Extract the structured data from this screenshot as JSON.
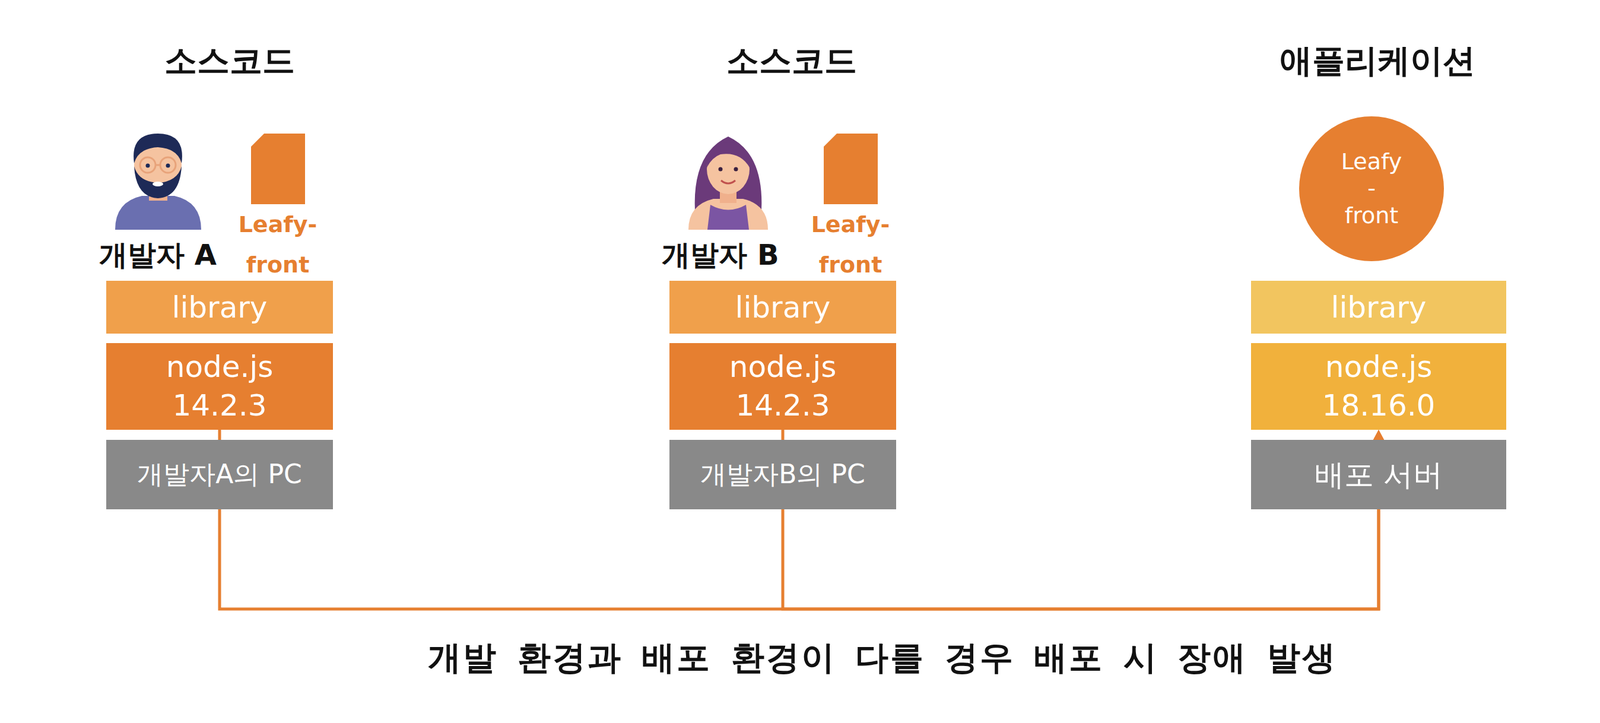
{
  "diagram": {
    "caption": "개발 환경과 배포 환경이 다를 경우 배포 시 장애 발생",
    "nodes": [
      {
        "text": [
          "Leafy- front"
        ]
      },
      {
        "text": [
          "library"
        ]
      },
      {
        "text": [
          "node.js 14.2.3"
        ]
      },
      {
        "text": [
          "개발자A의 PC"
        ]
      },
      {
        "text": [
          "Leafy- front"
        ]
      },
      {
        "text": [
          "library"
        ]
      },
      {
        "text": [
          "node.js 14.2.3"
        ]
      },
      {
        "text": [
          "개발자B의 PC"
        ]
      },
      {
        "text": [
          "Leafy -front"
        ]
      },
      {
        "text": [
          "library"
        ]
      },
      {
        "text": [
          "node.js 18.16.0"
        ]
      },
      {
        "text": [
          "배포 서버"
        ]
      }
    ],
    "edges": [
      {
        "from": 2,
        "to": 10,
        "arrow": "to"
      },
      {
        "from": 6,
        "to": 10,
        "arrow": "to"
      }
    ],
    "labels": [
      "소스코드",
      "소스코드",
      "애플리케이션",
      "개발자 A",
      "개발자 B"
    ]
  }
}
